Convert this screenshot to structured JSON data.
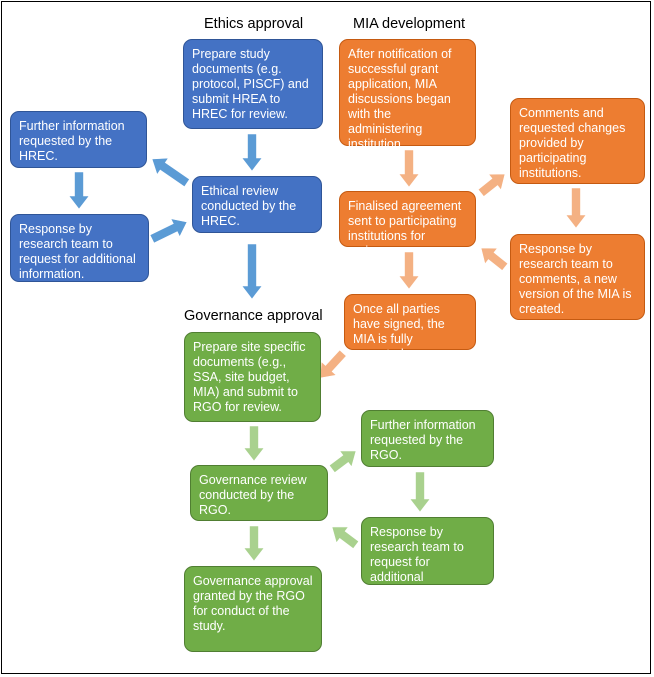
{
  "headings": {
    "ethics": "Ethics approval",
    "mia": "MIA development",
    "governance": "Governance approval"
  },
  "ethics": {
    "prepare": "Prepare study documents (e.g. protocol, PISCF) and submit HREA to HREC for review.",
    "further_info": "Further information requested by the HREC.",
    "review": "Ethical review conducted by the HREC.",
    "response": "Response by research team to request for additional information."
  },
  "mia": {
    "notification": "After notification of successful grant application, MIA discussions began with the administering institution.",
    "finalised": "Finalised agreement sent to participating institutions for review.",
    "comments": "Comments and requested changes provided by participating institutions.",
    "response": "Response by research team to comments, a new version of the MIA is created.",
    "executed": "Once all parties have signed, the MIA is fully executed."
  },
  "governance": {
    "prepare": "Prepare site specific documents (e.g., SSA, site budget, MIA) and submit to RGO for review.",
    "review": "Governance review conducted by the RGO.",
    "further_info": "Further information requested by the RGO.",
    "response": "Response by research team to request for additional information.",
    "granted": "Governance approval granted by the RGO for conduct of the study."
  },
  "colors": {
    "blue_fill": "#4472c4",
    "blue_arrow": "#5b9bd5",
    "orange_fill": "#ed7d31",
    "orange_arrow": "#f4b183",
    "green_fill": "#70ad47",
    "green_arrow": "#a9d18e"
  }
}
